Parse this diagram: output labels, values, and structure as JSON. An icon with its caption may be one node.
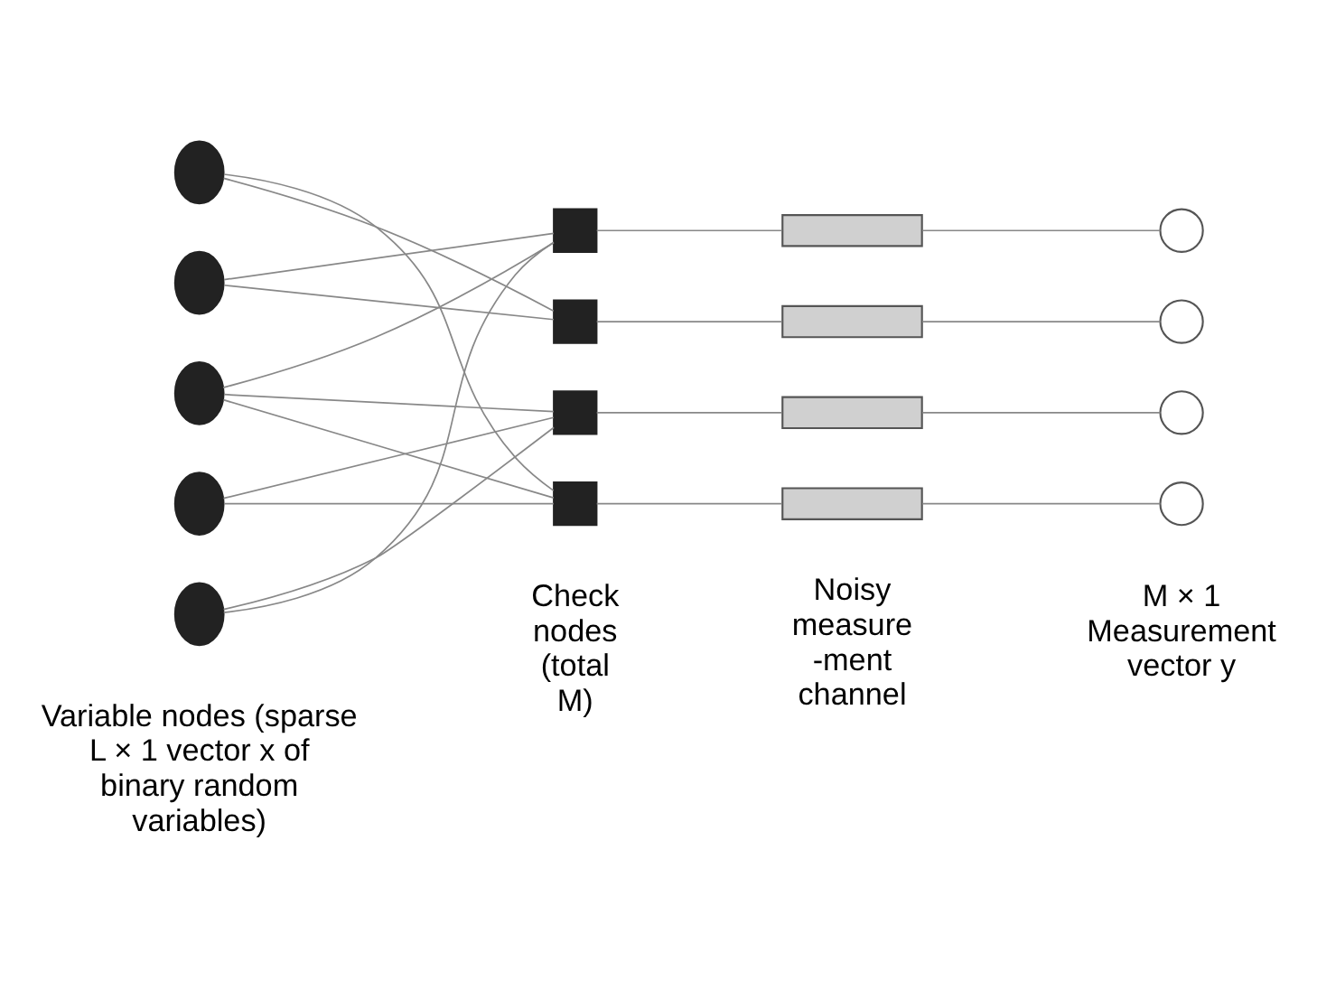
{
  "diagram": {
    "nodes": [
      {
        "text": [],
        "shape": "circle"
      },
      {
        "text": [],
        "shape": "circle"
      },
      {
        "text": [],
        "shape": "circle"
      },
      {
        "text": [],
        "shape": "circle"
      },
      {
        "text": [],
        "shape": "circle"
      },
      {
        "text": [],
        "shape": "box"
      },
      {
        "text": [],
        "shape": "box"
      },
      {
        "text": [],
        "shape": "box"
      },
      {
        "text": [],
        "shape": "box"
      },
      {
        "text": [],
        "shape": "box"
      },
      {
        "text": [],
        "shape": "box"
      },
      {
        "text": [],
        "shape": "box"
      },
      {
        "text": [],
        "shape": "box"
      },
      {
        "text": [],
        "shape": "circle"
      },
      {
        "text": [],
        "shape": "circle"
      },
      {
        "text": [],
        "shape": "circle"
      },
      {
        "text": [],
        "shape": "circle"
      }
    ],
    "edges": [
      {
        "from": 0,
        "to": 6,
        "arrow": "none"
      },
      {
        "from": 0,
        "to": 8,
        "arrow": "none"
      },
      {
        "from": 1,
        "to": 5,
        "arrow": "none"
      },
      {
        "from": 1,
        "to": 6,
        "arrow": "none"
      },
      {
        "from": 2,
        "to": 5,
        "arrow": "none"
      },
      {
        "from": 2,
        "to": 7,
        "arrow": "none"
      },
      {
        "from": 2,
        "to": 8,
        "arrow": "none"
      },
      {
        "from": 3,
        "to": 7,
        "arrow": "none"
      },
      {
        "from": 3,
        "to": 8,
        "arrow": "none"
      },
      {
        "from": 4,
        "to": 5,
        "arrow": "none"
      },
      {
        "from": 4,
        "to": 7,
        "arrow": "none"
      },
      {
        "from": 5,
        "to": 9,
        "arrow": "none"
      },
      {
        "from": 6,
        "to": 10,
        "arrow": "none"
      },
      {
        "from": 7,
        "to": 11,
        "arrow": "none"
      },
      {
        "from": 8,
        "to": 12,
        "arrow": "none"
      },
      {
        "from": 9,
        "to": 13,
        "arrow": "none"
      },
      {
        "from": 10,
        "to": 14,
        "arrow": "none"
      },
      {
        "from": 11,
        "to": 15,
        "arrow": "none"
      },
      {
        "from": 12,
        "to": 16,
        "arrow": "none"
      }
    ],
    "labels": [
      "Variable nodes (sparse L × 1 vector x of binary random variables)",
      "Check nodes (total M)",
      "Noisy measure -ment channel",
      "M × 1 Measurement vector y"
    ]
  }
}
